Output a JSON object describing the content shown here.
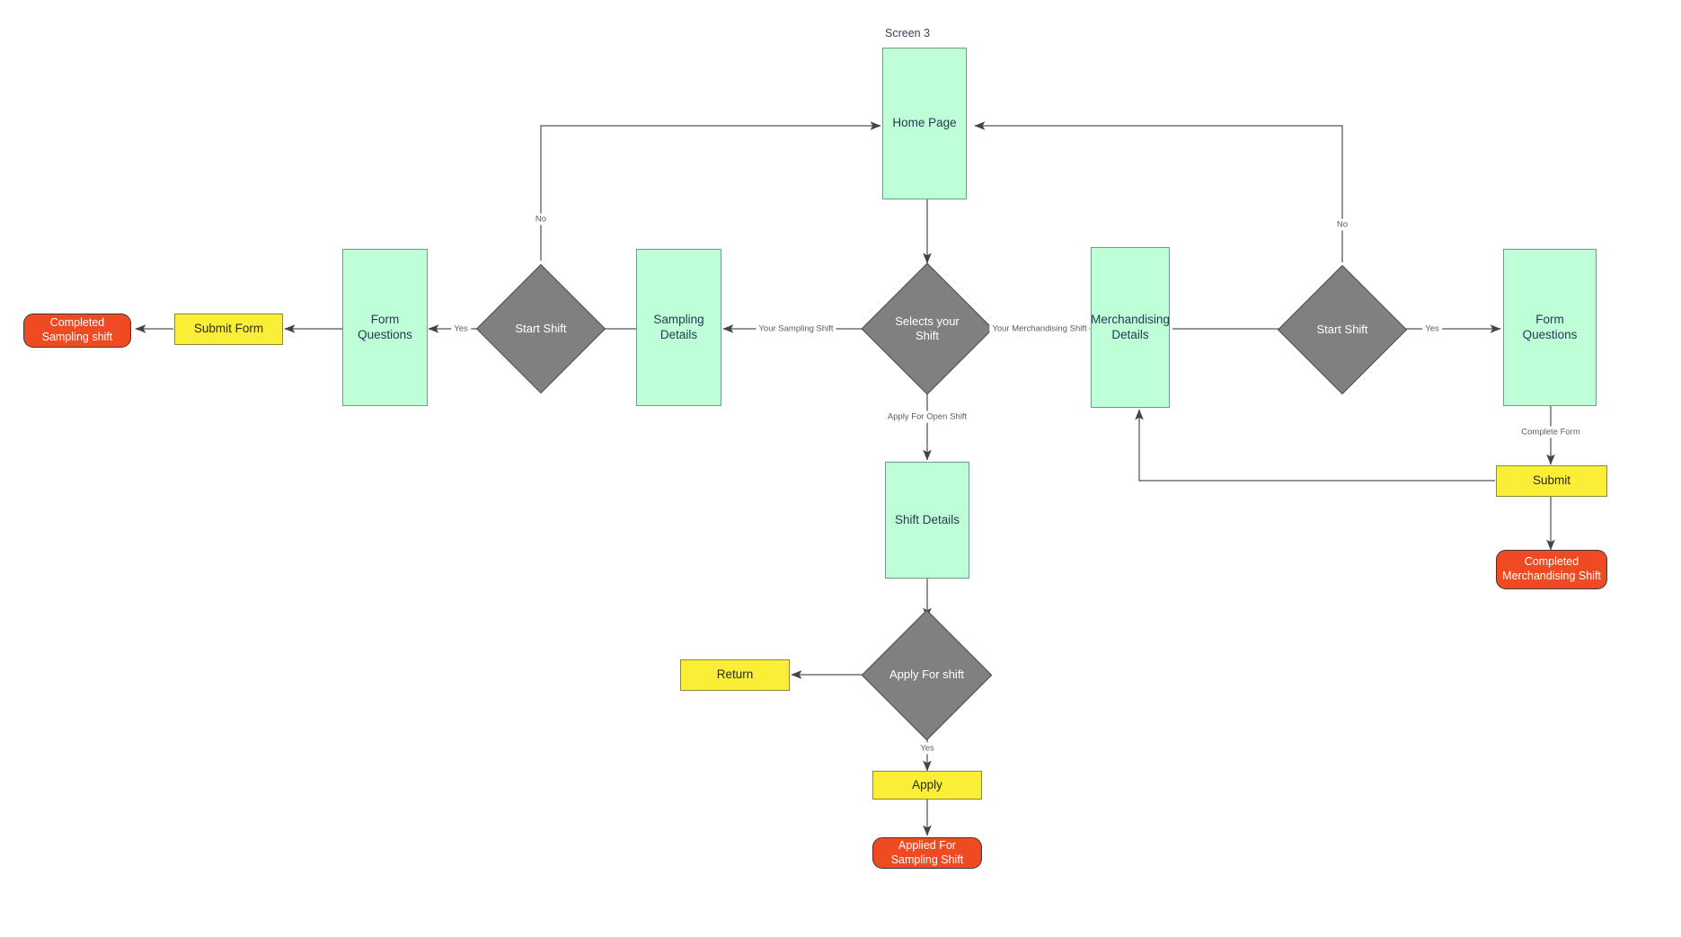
{
  "diagram": {
    "title": "Screen 3",
    "type": "flowchart",
    "colors": {
      "process": "#BFFFD8",
      "process_border": "#6E9E84",
      "decision": "#808080",
      "decision_border": "#4D4D4D",
      "action": "#FBEE37",
      "action_border": "#8A8A3A",
      "terminal": "#F04A23",
      "terminal_border": "#3A3A3A",
      "edge": "#707070",
      "background": "#FFFFFF",
      "text_dark": "#243B53",
      "text_light": "#FFFFFF"
    }
  },
  "nodes": {
    "home_page": {
      "label": "Home Page",
      "shape": "process"
    },
    "selects_your_shift": {
      "label": "Selects your Shift",
      "shape": "decision"
    },
    "sampling_details": {
      "label": "Sampling Details",
      "shape": "process"
    },
    "start_shift_left": {
      "label": "Start Shift",
      "shape": "decision"
    },
    "form_questions_left": {
      "label": "Form Questions",
      "shape": "process"
    },
    "submit_form": {
      "label": "Submit Form",
      "shape": "action"
    },
    "completed_sampling_shift": {
      "label": "Completed Sampling shift",
      "shape": "terminal"
    },
    "merchandising_details": {
      "label": "Merchandising Details",
      "shape": "process"
    },
    "start_shift_right": {
      "label": "Start Shift",
      "shape": "decision"
    },
    "form_questions_right": {
      "label": "Form Questions",
      "shape": "process"
    },
    "submit": {
      "label": "Submit",
      "shape": "action"
    },
    "completed_merchandising_shift": {
      "label": "Completed Merchandising Shift",
      "shape": "terminal"
    },
    "shift_details": {
      "label": "Shift Details",
      "shape": "process"
    },
    "apply_for_shift": {
      "label": "Apply For shift",
      "shape": "decision"
    },
    "return_node": {
      "label": "Return",
      "shape": "action"
    },
    "apply": {
      "label": "Apply",
      "shape": "action"
    },
    "applied_for_sampling_shift": {
      "label": "Applied For Sampling Shift",
      "shape": "terminal"
    }
  },
  "edge_labels": {
    "your_sampling_shift": "Your Sampling Shift",
    "your_merchandising_shift": "Your Merchandising Shift",
    "apply_for_open_shift": "Apply For Open Shift",
    "yes_left": "Yes",
    "no_left": "No",
    "yes_right": "Yes",
    "no_right": "No",
    "complete_form": "Complete Form",
    "yes_apply": "Yes"
  }
}
